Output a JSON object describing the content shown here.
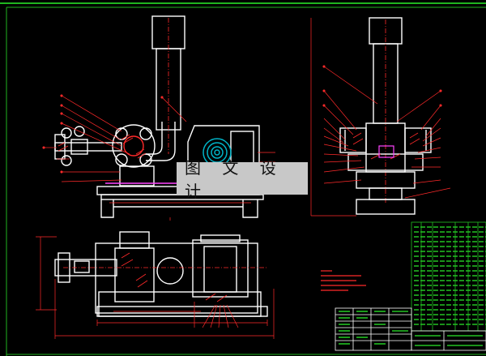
{
  "drawing": {
    "background": "#000000",
    "frame_color": "#1fb51f",
    "outline_color": "#ffffff",
    "leader_color": "#ff2a2a",
    "hatch_color": "#ff2a2a",
    "motor_color": "#00b4c8",
    "table_color": "#22c222",
    "center_line_color": "#ff2a2a"
  },
  "watermark": {
    "text": "图 文 设 计"
  },
  "views": {
    "front": "front-elevation",
    "side": "side-elevation",
    "plan": "plan-view"
  }
}
